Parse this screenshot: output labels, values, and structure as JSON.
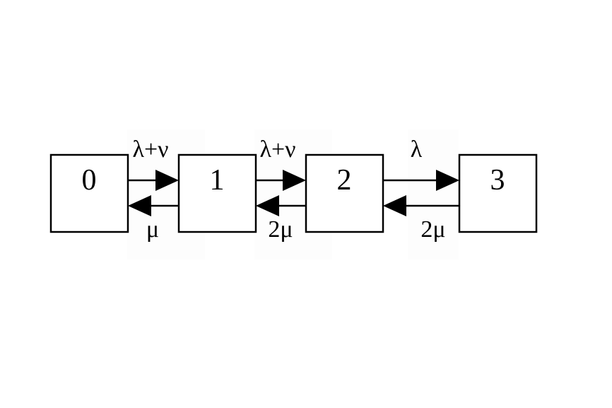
{
  "states": [
    {
      "label": "0"
    },
    {
      "label": "1"
    },
    {
      "label": "2"
    },
    {
      "label": "3"
    }
  ],
  "transitions": [
    {
      "from": "0",
      "to": "1",
      "label": "λ+ν"
    },
    {
      "from": "1",
      "to": "0",
      "label": "μ"
    },
    {
      "from": "1",
      "to": "2",
      "label": "λ+ν"
    },
    {
      "from": "2",
      "to": "1",
      "label": "2μ"
    },
    {
      "from": "2",
      "to": "3",
      "label": "λ"
    },
    {
      "from": "3",
      "to": "2",
      "label": "2μ"
    }
  ]
}
